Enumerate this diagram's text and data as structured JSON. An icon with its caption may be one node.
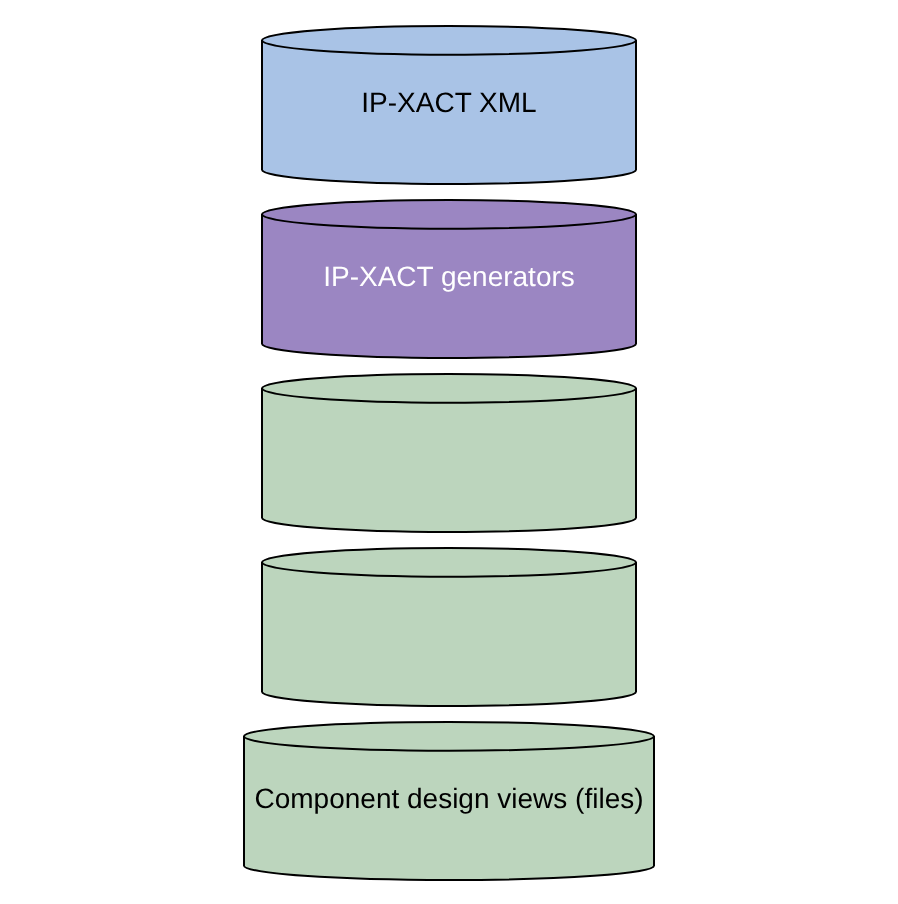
{
  "diagram": {
    "nodes": [
      {
        "text": [
          "IP-XACT XML"
        ]
      },
      {
        "text": [
          "IP-XACT generators"
        ]
      },
      {
        "text": [],
        "shape": "cylinder"
      },
      {
        "text": [],
        "shape": "cylinder"
      },
      {
        "text": [
          "Component design views (files)"
        ]
      }
    ]
  }
}
